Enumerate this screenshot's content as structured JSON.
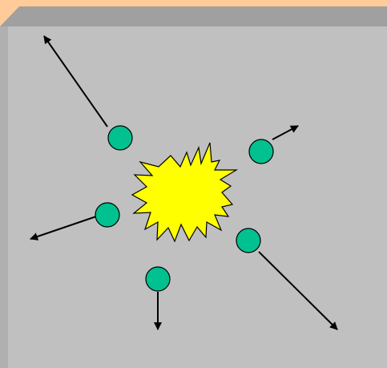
{
  "colors": {
    "background": "#ffcc99",
    "box_top": "#a0a0a0",
    "box_left": "#b0b0b0",
    "box_face": "#c0c0c0",
    "particle_fill": "#00c18f",
    "explosion_fill": "#ffff00",
    "outline": "#000000"
  },
  "explosion": {
    "icon": "explosion-burst-icon"
  },
  "particles": [
    {
      "id": "upper-left",
      "direction": "up-left",
      "speed": "long"
    },
    {
      "id": "upper-right",
      "direction": "up-right",
      "speed": "short"
    },
    {
      "id": "left",
      "direction": "down-left",
      "speed": "medium"
    },
    {
      "id": "lower-right",
      "direction": "down-right",
      "speed": "long"
    },
    {
      "id": "bottom",
      "direction": "down",
      "speed": "short"
    }
  ]
}
